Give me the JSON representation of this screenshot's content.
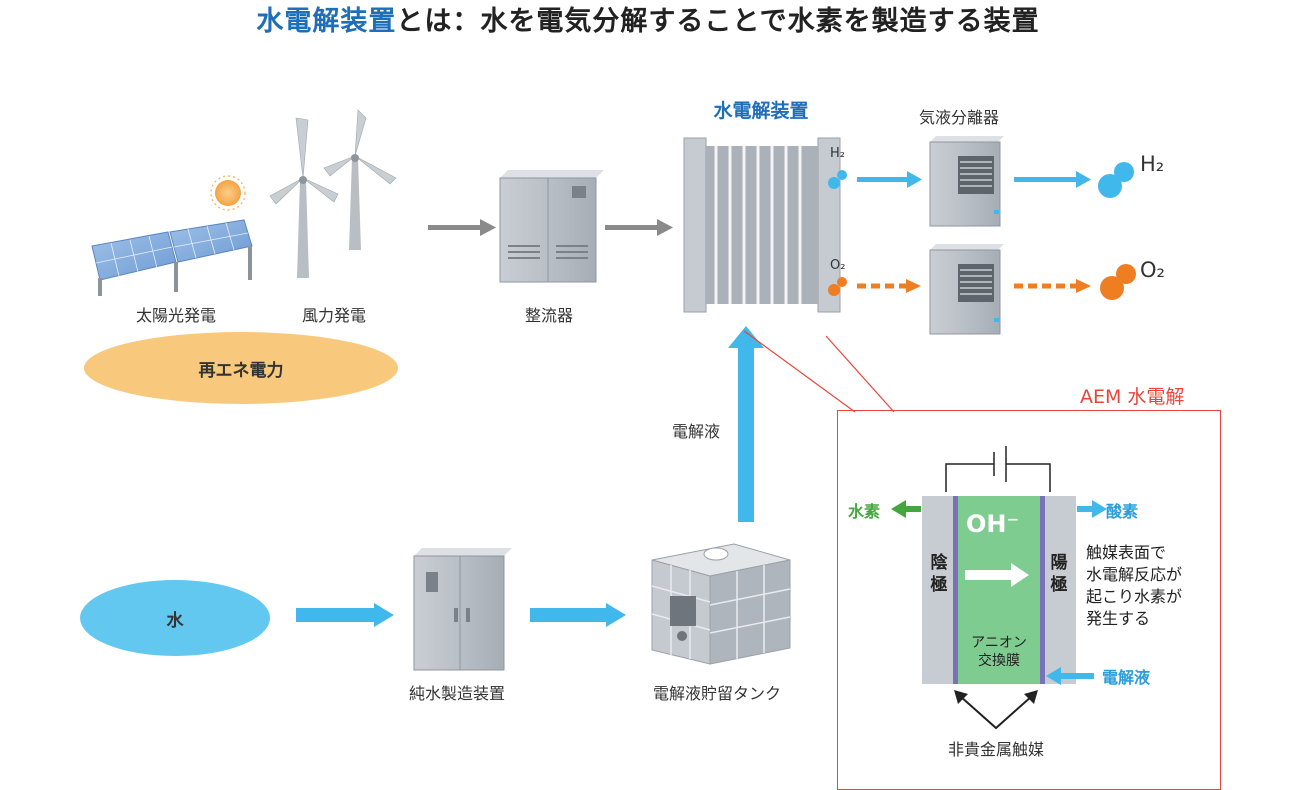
{
  "title": {
    "highlight": "水電解装置",
    "rest": "とは：水を電気分解することで水素を製造する装置"
  },
  "renewable": {
    "solar_label": "太陽光発電",
    "wind_label": "風力発電",
    "group_label": "再エネ電力"
  },
  "rectifier_label": "整流器",
  "electrolyzer_title": "水電解装置",
  "separator_label": "気液分離器",
  "gases": {
    "h2_small": "H₂",
    "o2_small": "O₂",
    "h2_large": "H₂",
    "o2_large": "O₂"
  },
  "electrolyte_label": "電解液",
  "water_label": "水",
  "pure_water_label": "純水製造装置",
  "tank_label": "電解液貯留タンク",
  "aem": {
    "title": "AEM 水電解",
    "hydrogen": "水素",
    "oxygen": "酸素",
    "ion": "OH⁻",
    "cathode": "陰極",
    "anode": "陽極",
    "membrane": [
      "アニオン",
      "交換膜"
    ],
    "description": [
      "触媒表面で",
      "水電解反応が",
      "起こり水素が",
      "発生する"
    ],
    "electrolyte_in": "電解液",
    "catalyst": "非貴金属触媒"
  },
  "colors": {
    "title_blue": "#1f6fb8",
    "flow_blue": "#41b8ec",
    "flow_orange": "#ef7d22",
    "flow_gray": "#8a8a8a",
    "renewable_ellipse": "#f8c87c",
    "water_ellipse": "#62c8f0",
    "aem_red": "#e8463a",
    "membrane_green": "#7fcc90",
    "hydrogen_green": "#43a83c"
  }
}
